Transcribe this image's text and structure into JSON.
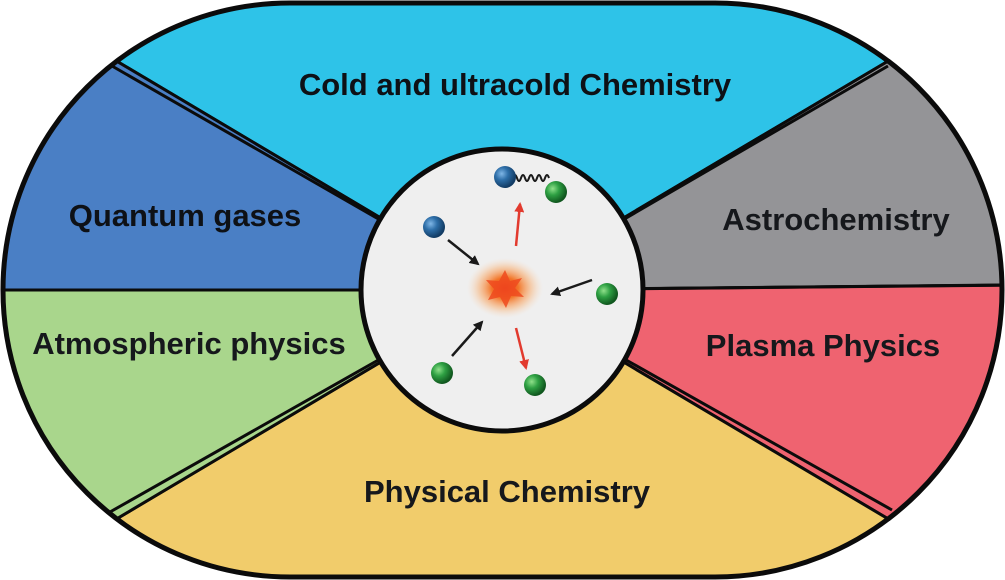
{
  "segments": [
    {
      "id": "cold",
      "label": "Cold and ultracold Chemistry",
      "color": "#2ec3e8"
    },
    {
      "id": "astro",
      "label": "Astrochemistry",
      "color": "#949497"
    },
    {
      "id": "plasma",
      "label": "Plasma Physics",
      "color": "#ef6370"
    },
    {
      "id": "physchem",
      "label": "Physical Chemistry",
      "color": "#f1cc6b"
    },
    {
      "id": "atmos",
      "label": "Atmospheric physics",
      "color": "#a9d68c"
    },
    {
      "id": "quantum",
      "label": "Quantum gases",
      "color": "#4a7fc5"
    }
  ],
  "center": {
    "background": "#efefef",
    "collision_color": "#f06a1f",
    "incoming_arrow_color": "#1a1a1a",
    "outgoing_arrow_color": "#e23a2e",
    "blue_particle": "#2d6ea8",
    "green_particle": "#2ea043"
  },
  "border_color": "#0b0b0b"
}
